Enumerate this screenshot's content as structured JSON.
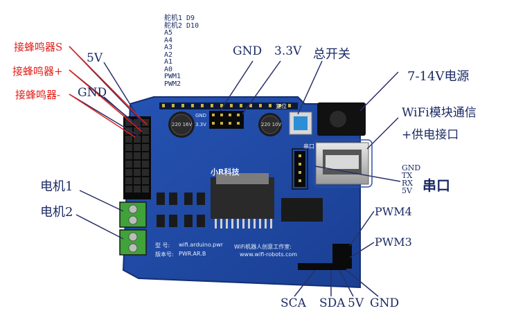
{
  "labels": {
    "buzzer_s": "接蜂鸣器S",
    "buzzer_plus": "接蜂鸣器+",
    "buzzer_minus": "接蜂鸣器-",
    "five_v_left": "5V",
    "gnd_left": "GND",
    "servo_pins": [
      "舵机1 D9",
      "舵机2 D10",
      "A5",
      "A4",
      "A3",
      "A2",
      "A1",
      "A0",
      "PWM1",
      "PWM2"
    ],
    "gnd_top": "GND",
    "v33_top": "3.3V",
    "main_switch": "总开关",
    "power": "7-14V电源",
    "wifi_line1": "WiFi模块通信",
    "wifi_line2": "+供电接口",
    "serial_pins": [
      "GND",
      "TX",
      "RX",
      "5V"
    ],
    "serial_port": "串口",
    "motor1": "电机1",
    "motor2": "电机2",
    "pwm4": "PWM4",
    "pwm3": "PWM3",
    "bottom": [
      "SCA",
      "SDA",
      "5V",
      "GND"
    ]
  },
  "board_text": {
    "logo": "小R科技",
    "model_label": "型  号:",
    "model_value": "wifi.arduino.pwr",
    "version_label": "版本号:",
    "version_value": "PWR.AR.B",
    "studio": "WiFi机器人创意工作室:",
    "url": "www.wifi-robots.com",
    "cap1": "220 16V",
    "cap2": "220 10V",
    "reset": "复位",
    "serial_silk": "串口",
    "gnd_silk": "GND",
    "v33_silk": "3.3V"
  },
  "colors": {
    "pcb": "#1f4aa6",
    "label_blue": "#1b2a63",
    "label_red": "#e0201b",
    "terminal_green": "#3fa33a"
  }
}
